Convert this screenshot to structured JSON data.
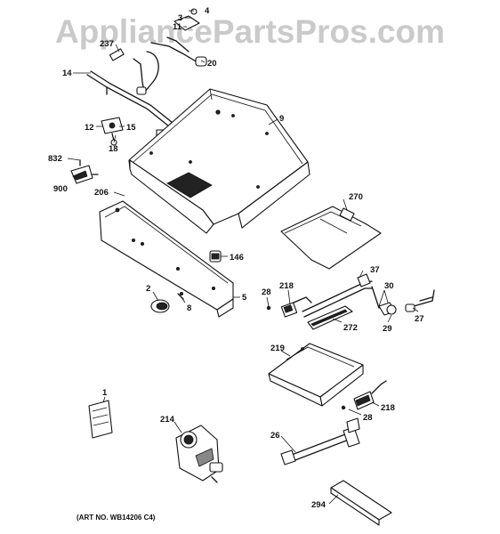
{
  "watermark": "AppliancePartsPros.com",
  "art_number": "(ART NO. WB14206 C4)",
  "callouts": [
    {
      "id": "c-4",
      "label": "4"
    },
    {
      "id": "c-3",
      "label": "3"
    },
    {
      "id": "c-11",
      "label": "11"
    },
    {
      "id": "c-237",
      "label": "237"
    },
    {
      "id": "c-20",
      "label": "20"
    },
    {
      "id": "c-14",
      "label": "14"
    },
    {
      "id": "c-9",
      "label": "9"
    },
    {
      "id": "c-12",
      "label": "12"
    },
    {
      "id": "c-15",
      "label": "15"
    },
    {
      "id": "c-18",
      "label": "18"
    },
    {
      "id": "c-832",
      "label": "832"
    },
    {
      "id": "c-900",
      "label": "900"
    },
    {
      "id": "c-206",
      "label": "206"
    },
    {
      "id": "c-270",
      "label": "270"
    },
    {
      "id": "c-146",
      "label": "146"
    },
    {
      "id": "c-37",
      "label": "37"
    },
    {
      "id": "c-30",
      "label": "30"
    },
    {
      "id": "c-218a",
      "label": "218"
    },
    {
      "id": "c-28a",
      "label": "28"
    },
    {
      "id": "c-2",
      "label": "2"
    },
    {
      "id": "c-5",
      "label": "5"
    },
    {
      "id": "c-8",
      "label": "8"
    },
    {
      "id": "c-272",
      "label": "272"
    },
    {
      "id": "c-29",
      "label": "29"
    },
    {
      "id": "c-27",
      "label": "27"
    },
    {
      "id": "c-219",
      "label": "219"
    },
    {
      "id": "c-1",
      "label": "1"
    },
    {
      "id": "c-214",
      "label": "214"
    },
    {
      "id": "c-218b",
      "label": "218"
    },
    {
      "id": "c-28b",
      "label": "28"
    },
    {
      "id": "c-26",
      "label": "26"
    },
    {
      "id": "c-294",
      "label": "294"
    }
  ]
}
